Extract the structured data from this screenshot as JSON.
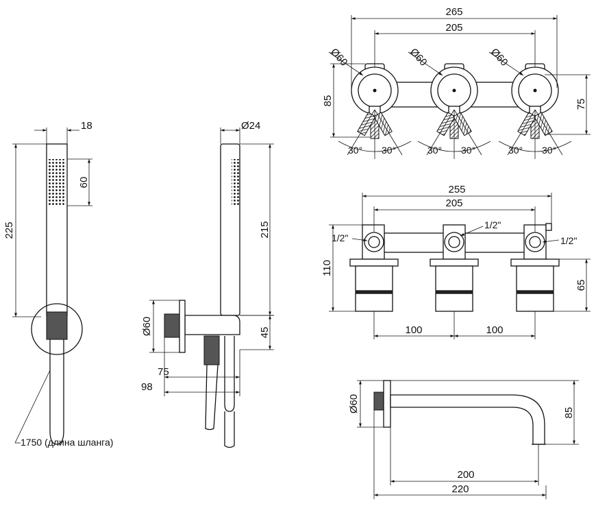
{
  "handshower_front": {
    "width": "18",
    "spray_length": "60",
    "total_length": "225",
    "hose_note": "1750 (длина шланга)"
  },
  "handshower_side": {
    "diameter": "Ø24",
    "length": "215",
    "holder_height": "45",
    "flange_dia": "Ø60",
    "depth_short": "75",
    "depth_long": "98"
  },
  "mixer_front": {
    "total_width": "265",
    "axis_spacing": "205",
    "handle_dia_1": "Ø60",
    "handle_dia_2": "Ø60",
    "handle_dia_3": "Ø60",
    "height": "85",
    "body_height": "75",
    "angle_1a": "30°",
    "angle_1b": "30°",
    "angle_2a": "30°",
    "angle_2b": "30°",
    "angle_3a": "30°",
    "angle_3b": "30°"
  },
  "mixer_body": {
    "total_width": "255",
    "axis_spacing": "205",
    "thread_1": "1/2\"",
    "thread_2": "1/2\"",
    "thread_3": "1/2\"",
    "height": "110",
    "sleeve_height": "65",
    "spacing_1": "100",
    "spacing_2": "100"
  },
  "spout": {
    "flange_dia": "Ø60",
    "height": "85",
    "length_inner": "200",
    "length_total": "220"
  }
}
